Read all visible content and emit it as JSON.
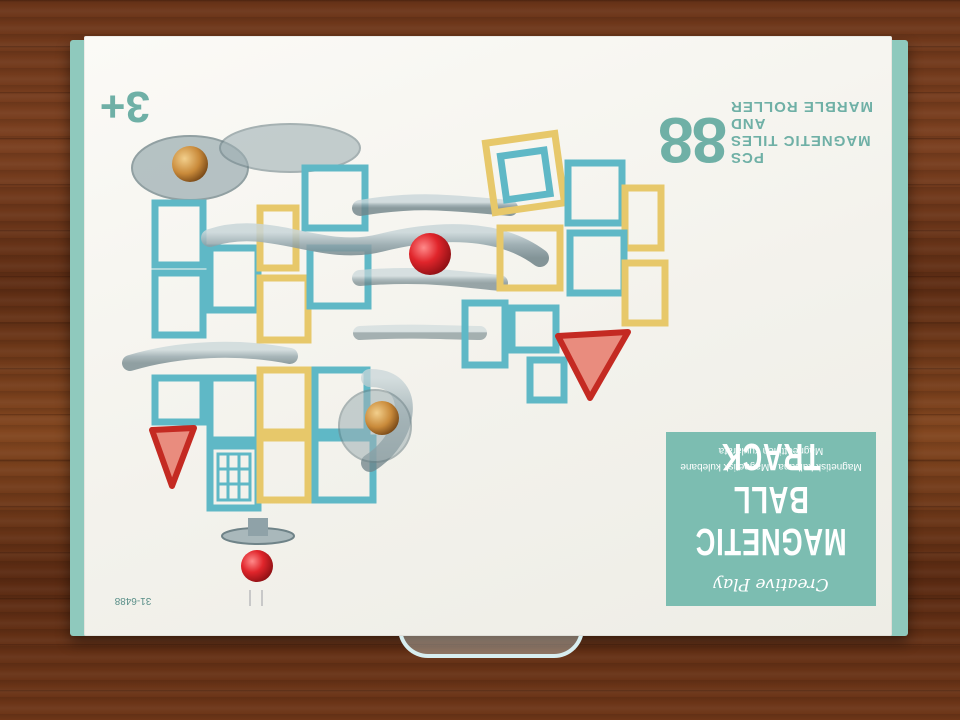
{
  "box": {
    "pieces_number": "88",
    "pieces_label": "PCS",
    "pieces_desc_line1": "MAGNETIC TILES",
    "pieces_desc_line2": "AND",
    "pieces_desc_line3": "MARBLE ROLLER",
    "age": "3+",
    "brand": "Creative Play",
    "title_line1": "MAGNETIC",
    "title_line2": "BALL TRACK",
    "subtitle_line1": "Magnetisk kulbana • Magnetisk kulebane",
    "subtitle_line2": "Magneettinen kuularata",
    "sku": "31-6488"
  },
  "colors": {
    "teal_label": "#7cbdb1",
    "teal_text": "#6fb0a6",
    "box_side": "#8fc9bd",
    "tile_blue": "#6fc6d2",
    "tile_yellow": "#e7c86a",
    "tile_red": "#d9362c",
    "marble_red": "#e0252b",
    "track_gray": "#8fa2a8"
  }
}
